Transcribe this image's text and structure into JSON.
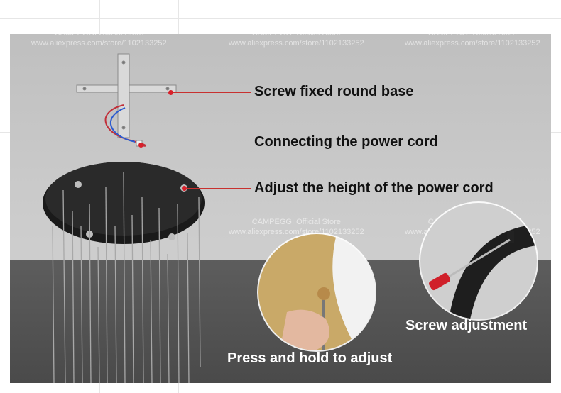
{
  "watermark": {
    "store": "CAMPEGGI Official Store",
    "url": "www.aliexpress.com/store/1102133252"
  },
  "callouts": {
    "screw_base": "Screw fixed round base",
    "power_cord": "Connecting the power cord",
    "adjust_height": "Adjust the height of the power cord"
  },
  "captions": {
    "press_hold": "Press and hold to adjust",
    "screw_adjust": "Screw adjustment"
  },
  "colors": {
    "leader_line": "#c8312f",
    "dot": "#d8202a",
    "canopy": "#1a1a1a",
    "floor": "#4e4e4e"
  }
}
